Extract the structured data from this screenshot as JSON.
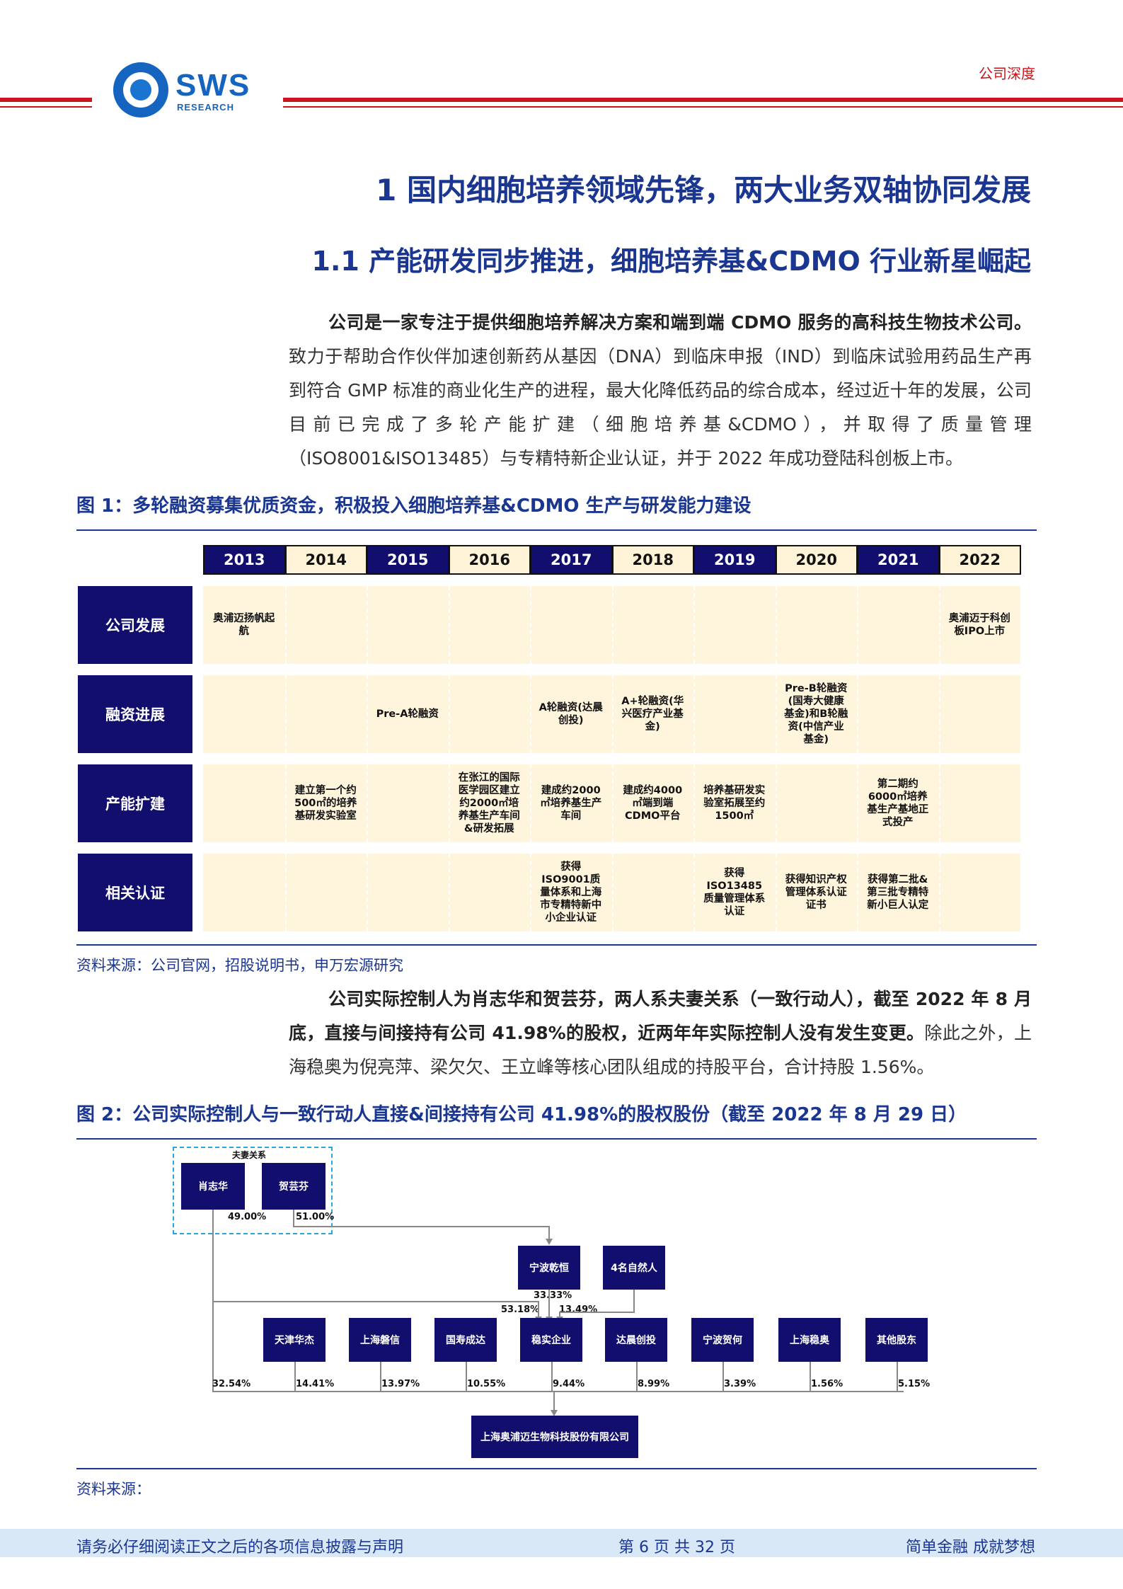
{
  "header": {
    "logo_text": "SWS",
    "logo_sub": "RESEARCH",
    "tag": "公司深度"
  },
  "section": {
    "title": "1 国内细胞培养领域先锋，两大业务双轴协同发展",
    "subtitle": "1.1 产能研发同步推进，细胞培养基&CDMO 行业新星崛起"
  },
  "para1": {
    "bold": "公司是一家专注于提供细胞培养解决方案和端到端 CDMO 服务的高科技生物技术公司。",
    "text": "致力于帮助合作伙伴加速创新药从基因（DNA）到临床申报（IND）到临床试验用药品生产再到符合 GMP 标准的商业化生产的进程，最大化降低药品的综合成本，经过近十年的发展，公司目前已完成了多轮产能扩建（细胞培养基&CDMO），并取得了质量管理（ISO8001&ISO13485）与专精特新企业认证，并于 2022 年成功登陆科创板上市。"
  },
  "fig1": {
    "title": "图 1：多轮融资募集优质资金，积极投入细胞培养基&CDMO 生产与研发能力建设",
    "source": "资料来源：公司官网，招股说明书，申万宏源研究",
    "years": [
      "2013",
      "2014",
      "2015",
      "2016",
      "2017",
      "2018",
      "2019",
      "2020",
      "2021",
      "2022"
    ],
    "rows": [
      {
        "label": "公司发展",
        "cells": [
          "奥浦迈扬帆起航",
          "",
          "",
          "",
          "",
          "",
          "",
          "",
          "",
          "奥浦迈于科创板IPO上市"
        ]
      },
      {
        "label": "融资进展",
        "cells": [
          "",
          "",
          "Pre-A轮融资",
          "",
          "A轮融资(达晨创投)",
          "A+轮融资(华兴医疗产业基金)",
          "",
          "Pre-B轮融资(国寿大健康基金)和B轮融资(中信产业基金)",
          "",
          ""
        ]
      },
      {
        "label": "产能扩建",
        "cells": [
          "",
          "建立第一个约500㎡的培养基研发实验室",
          "",
          "在张江的国际医学园区建立约2000㎡培养基生产车间&研发拓展",
          "建成约2000㎡培养基生产车间",
          "建成约4000㎡端到端CDMO平台",
          "培养基研发实验室拓展至约1500㎡",
          "",
          "第二期约6000㎡培养基生产基地正式投产",
          ""
        ]
      },
      {
        "label": "相关认证",
        "cells": [
          "",
          "",
          "",
          "",
          "获得ISO9001质量体系和上海市专精特新中小企业认证",
          "",
          "获得ISO13485质量管理体系认证",
          "获得知识产权管理体系认证证书",
          "获得第二批&第三批专精特新小巨人认定",
          ""
        ]
      }
    ]
  },
  "para2": {
    "bold": "公司实际控制人为肖志华和贺芸芬，两人系夫妻关系（一致行动人），截至 2022 年 8 月底，直接与间接持有公司 41.98%的股权，近两年年实际控制人没有发生变更。",
    "text": "除此之外，上海稳奥为倪亮萍、梁欠欠、王立峰等核心团队组成的持股平台，合计持股 1.56%。"
  },
  "fig2": {
    "title": "图 2：公司实际控制人与一致行动人直接&间接持有公司 41.98%的股权股份（截至 2022 年 8 月 29 日）",
    "source": "资料来源：",
    "couple_label": "夫妻关系",
    "person1": "肖志华",
    "person2": "贺芸芬",
    "p1_pct": "49.00%",
    "p2_pct": "51.00%",
    "ningbo": "宁波乾恒",
    "natural": "4名自然人",
    "ningbo_pct": "33.33%",
    "xiao_wenan_pct": "53.18%",
    "natural_wenan_pct": "13.49%",
    "holders": [
      {
        "name": "天津华杰",
        "pct": "14.41%"
      },
      {
        "name": "上海磐信",
        "pct": "13.97%"
      },
      {
        "name": "国寿成达",
        "pct": "10.55%"
      },
      {
        "name": "稳实企业",
        "pct": "9.44%"
      },
      {
        "name": "达晨创投",
        "pct": "8.99%"
      },
      {
        "name": "宁波贺何",
        "pct": "3.39%"
      },
      {
        "name": "上海稳奥",
        "pct": "1.56%"
      },
      {
        "name": "其他股东",
        "pct": "5.15%"
      }
    ],
    "xiao_direct_pct": "32.54%",
    "company": "上海奥浦迈生物科技股份有限公司"
  },
  "footer": {
    "left": "请务必仔细阅读正文之后的各项信息披露与声明",
    "center": "第 6 页 共 32 页",
    "right": "简单金融 成就梦想"
  }
}
